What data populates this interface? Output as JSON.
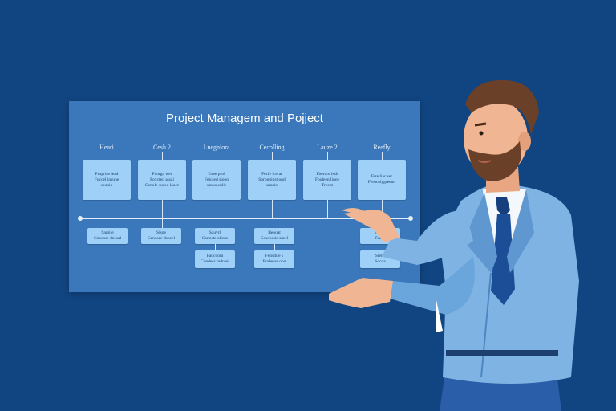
{
  "board": {
    "title": "Project Managem and Pojject",
    "columns": [
      {
        "head": "Heari",
        "card": [
          "Frogrise lead",
          "Fuccel insune",
          "sounio"
        ]
      },
      {
        "head": "Cesh 2",
        "card": [
          "Fuorga wer",
          "Foxcted assai",
          "Conole suced loace"
        ]
      },
      {
        "head": "Lnegniora",
        "card": [
          "Exee prol",
          "Feicsed sioon",
          "sanus oulie"
        ]
      },
      {
        "head": "Cecolling",
        "card": [
          "Fecle lcerar",
          "Sproguinstiond",
          "saneio"
        ]
      },
      {
        "head": "Lauze 2",
        "card": [
          "Fberqre lssh",
          "Fooleen lione",
          "Trcom"
        ]
      },
      {
        "head": "Reefly",
        "card": [
          "Frre liac ser",
          "Ferooslygreeud"
        ]
      }
    ],
    "lower_cards": [
      [
        "Samite",
        "Cooosse dnesal"
      ],
      [
        "Sisoe",
        "Cenosee dsneel"
      ],
      [
        "Sauvrl",
        "Conoste olicne"
      ],
      [
        "Faucoom",
        "Condess mdnsel"
      ],
      [
        "Beouat",
        "Coseossie sueel"
      ],
      [
        "Feosmie s",
        "Frabesse oou"
      ],
      [
        "Boose",
        "Frase"
      ],
      [
        "Siene",
        "Socoa"
      ]
    ]
  },
  "colors": {
    "background": "#114582",
    "board": "#3a78bb",
    "card": "#9fd0f7",
    "jacket": "#7fb3e3",
    "tie": "#1b4e96"
  }
}
